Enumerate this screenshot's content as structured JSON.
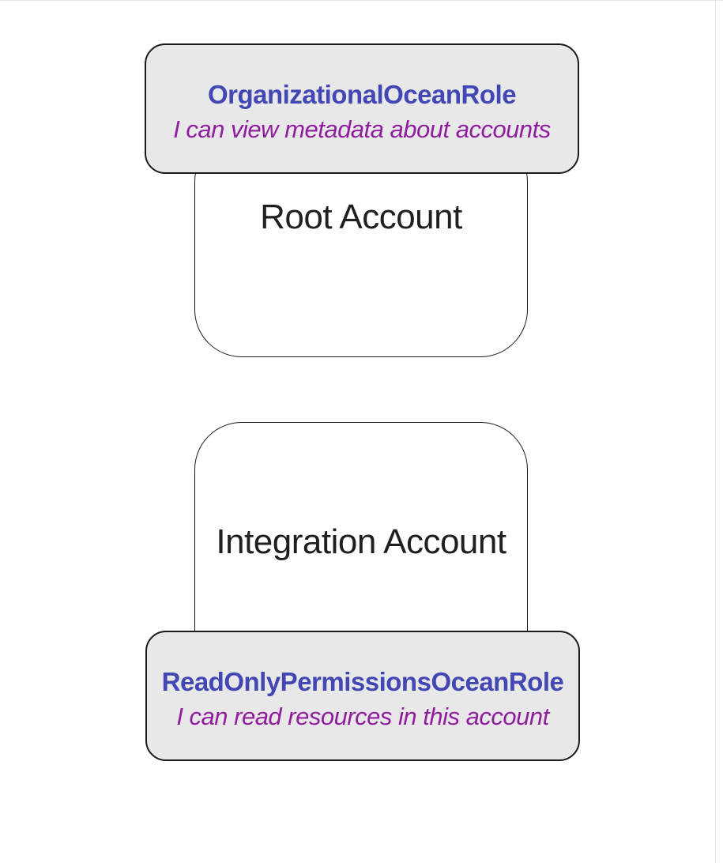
{
  "diagram": {
    "colors": {
      "background": "#ffffff",
      "border_color": "#1a1a1a",
      "role_box_fill": "#e8e8e8",
      "role_name_color": "#4247b4",
      "role_desc_color": "#8f1d9e",
      "account_label_color": "#1f1f1f",
      "edge_line_color": "#e9e9e9"
    },
    "nodes": [
      {
        "account": "Root Account",
        "role_name": "OrganizationalOceanRole",
        "role_desc": "I can view metadata about accounts",
        "role_position": "top"
      },
      {
        "account": "Integration Account",
        "role_name": "ReadOnlyPermissionsOceanRole",
        "role_desc": "I can read resources in this account",
        "role_position": "bottom"
      }
    ]
  }
}
